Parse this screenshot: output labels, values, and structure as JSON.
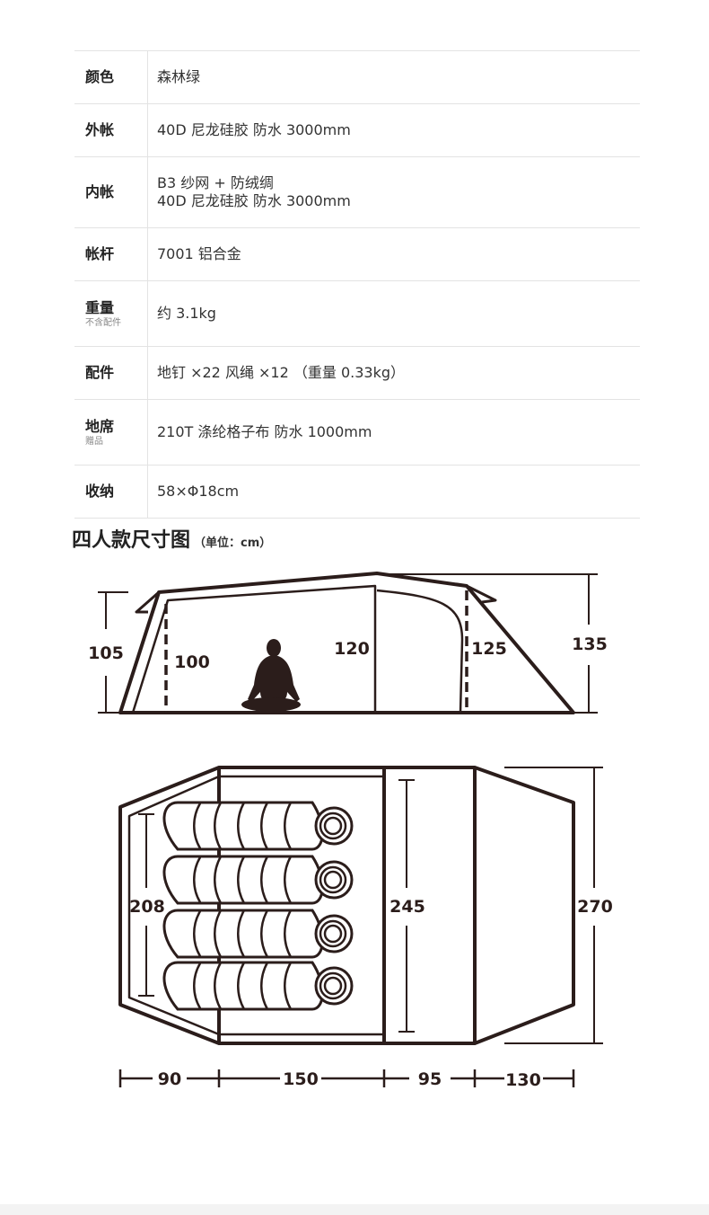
{
  "specs": [
    {
      "label": "颜色",
      "sub": "",
      "lines": [
        "森林绿"
      ]
    },
    {
      "label": "外帐",
      "sub": "",
      "lines": [
        "40D 尼龙硅胶 防水 3000mm"
      ]
    },
    {
      "label": "内帐",
      "sub": "",
      "lines": [
        "B3 纱网 + 防绒绸",
        "40D 尼龙硅胶 防水 3000mm"
      ]
    },
    {
      "label": "帐杆",
      "sub": "",
      "lines": [
        "7001 铝合金"
      ]
    },
    {
      "label": "重量",
      "sub": "不含配件",
      "lines": [
        "约 3.1kg"
      ]
    },
    {
      "label": "配件",
      "sub": "",
      "lines": [
        "地钉 ×22  风绳 ×12 （重量 0.33kg）"
      ]
    },
    {
      "label": "地席",
      "sub": "赠品",
      "lines": [
        "210T 涤纶格子布 防水 1000mm"
      ]
    },
    {
      "label": "收纳",
      "sub": "",
      "lines": [
        "58×Φ18cm"
      ]
    }
  ],
  "size_section": {
    "title": "四人款尺寸图",
    "unit": "（单位：cm）"
  },
  "side_view": {
    "dims": [
      "105",
      "100",
      "120",
      "125",
      "135"
    ]
  },
  "floor_plan": {
    "dims": [
      "208",
      "245",
      "270"
    ],
    "lengths": [
      "90",
      "150",
      "95",
      "130"
    ]
  },
  "colors": {
    "outline": "#2b1d1b",
    "divider": "#e3e3e3"
  }
}
